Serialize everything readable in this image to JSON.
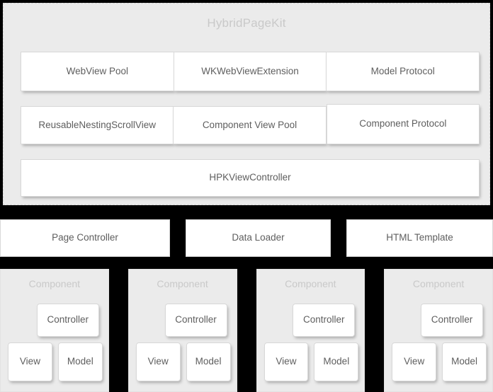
{
  "framework": {
    "title": "HybridPageKit",
    "row1": [
      {
        "label": "WebView Pool"
      },
      {
        "label": "WKWebViewExtension"
      },
      {
        "label": "Model Protocol"
      }
    ],
    "row2": [
      {
        "label": "ReusableNestingScrollView"
      },
      {
        "label": "Component View Pool"
      },
      {
        "label": "Component Protocol"
      }
    ],
    "full_width_box": {
      "label": "HPKViewController"
    }
  },
  "services": [
    {
      "label": "Page Controller"
    },
    {
      "label": "Data Loader"
    },
    {
      "label": "HTML Template"
    }
  ],
  "components": [
    {
      "title": "Component",
      "controller": "Controller",
      "view": "View",
      "model": "Model"
    },
    {
      "title": "Component",
      "controller": "Controller",
      "view": "View",
      "model": "Model"
    },
    {
      "title": "Component",
      "controller": "Controller",
      "view": "View",
      "model": "Model"
    },
    {
      "title": "Component",
      "controller": "Controller",
      "view": "View",
      "model": "Model"
    }
  ],
  "colors": {
    "background": "#000000",
    "panel_fill": "#ebebeb",
    "panel_border": "#d4d4d4",
    "card_fill": "#ffffff",
    "card_border": "#d8d8d8",
    "card_text": "#5e5e5e",
    "panel_title_text": "#c9c9c9"
  }
}
